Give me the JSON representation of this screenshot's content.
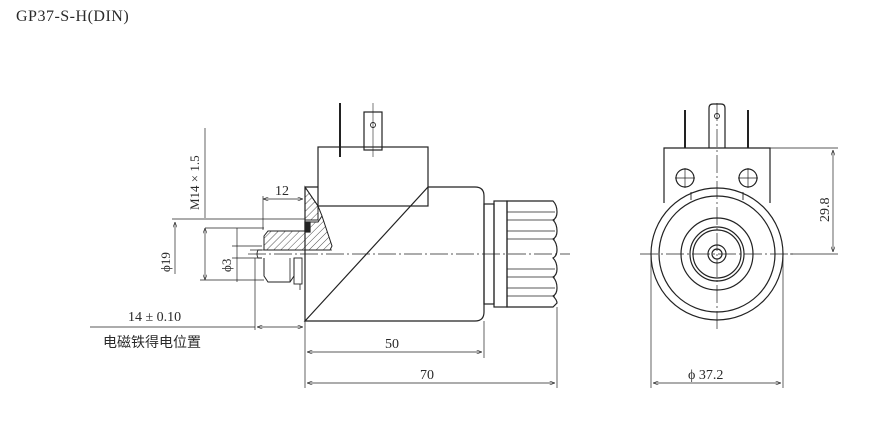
{
  "title": "GP37-S-H(DIN)",
  "side_view": {
    "thread_label": "M14 × 1.5",
    "dim_12": "12",
    "dim_phi19": "ϕ19",
    "dim_phi3": "ϕ3",
    "dim_14": "14 ± 0.10",
    "energized_position_label": "电磁铁得电位置",
    "dim_50": "50",
    "dim_70": "70"
  },
  "front_view": {
    "dim_height": "29.8",
    "dim_diameter": "ϕ 37.2"
  },
  "colors": {
    "line": "#222222",
    "background": "#ffffff"
  }
}
